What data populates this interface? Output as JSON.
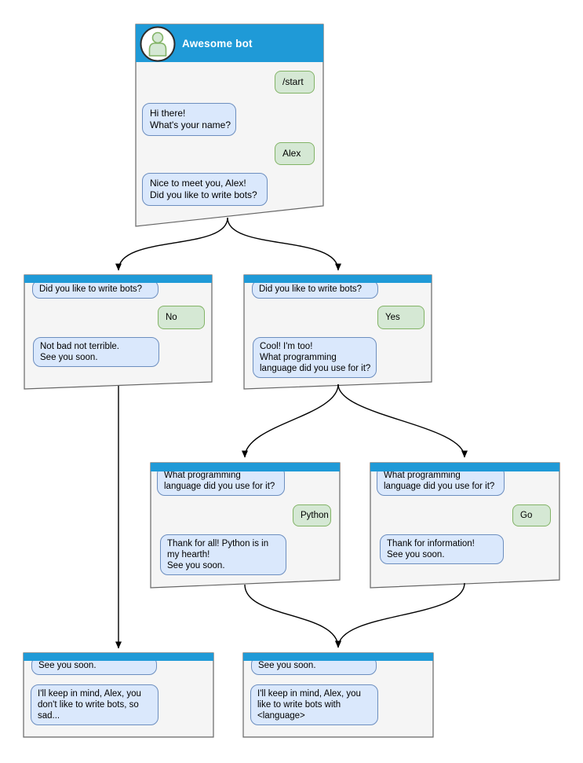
{
  "colors": {
    "header_blue": "#1f9ad7",
    "window_fill": "#f5f5f5",
    "window_border": "#666666",
    "bot_bubble_fill": "#dae8fc",
    "bot_bubble_border": "#6c8ebf",
    "user_bubble_fill": "#d5e8d4",
    "user_bubble_border": "#82b366",
    "arrow": "#000000",
    "title_text": "#ffffff",
    "avatar_fill": "#d5e8d4",
    "avatar_stroke": "#82b366"
  },
  "main_window": {
    "title": "Awesome bot",
    "start": "/start",
    "greeting": [
      "Hi there!",
      "What's your name?"
    ],
    "name_reply": "Alex",
    "ask_bots": [
      "Nice to meet you, Alex!",
      "Did you like to write bots?"
    ]
  },
  "no_window": {
    "question": [
      "Did you like to write bots?"
    ],
    "answer": "No",
    "reply": [
      "Not bad not terrible.",
      "See you soon."
    ]
  },
  "yes_window": {
    "question": [
      "Did you like to write bots?"
    ],
    "answer": "Yes",
    "reply": [
      "Cool! I'm too!",
      "What programming",
      "language did you use for it?"
    ]
  },
  "python_window": {
    "question": [
      "What programming",
      "language did you use for it?"
    ],
    "answer": "Python",
    "reply": [
      "Thank for all! Python is in",
      "my hearth!",
      "See you soon."
    ]
  },
  "go_window": {
    "question": [
      "What programming",
      "language did you use for it?"
    ],
    "answer": "Go",
    "reply": [
      "Thank for information!",
      "See you soon."
    ]
  },
  "end_no_window": {
    "question": [
      "See you soon."
    ],
    "reply": [
      "I'll keep in mind, Alex, you",
      "don't like to write bots, so",
      "sad..."
    ]
  },
  "end_yes_window": {
    "question": [
      "See you soon."
    ],
    "reply": [
      "I'll keep in mind, Alex, you",
      "like to write bots with",
      "<language>"
    ]
  },
  "edges": [
    {
      "from": "main",
      "to": "no_window"
    },
    {
      "from": "main",
      "to": "yes_window"
    },
    {
      "from": "no_window",
      "to": "end_no_window"
    },
    {
      "from": "yes_window",
      "to": "python_window"
    },
    {
      "from": "yes_window",
      "to": "go_window"
    },
    {
      "from": "python_window",
      "to": "end_yes_window"
    },
    {
      "from": "go_window",
      "to": "end_yes_window"
    }
  ]
}
